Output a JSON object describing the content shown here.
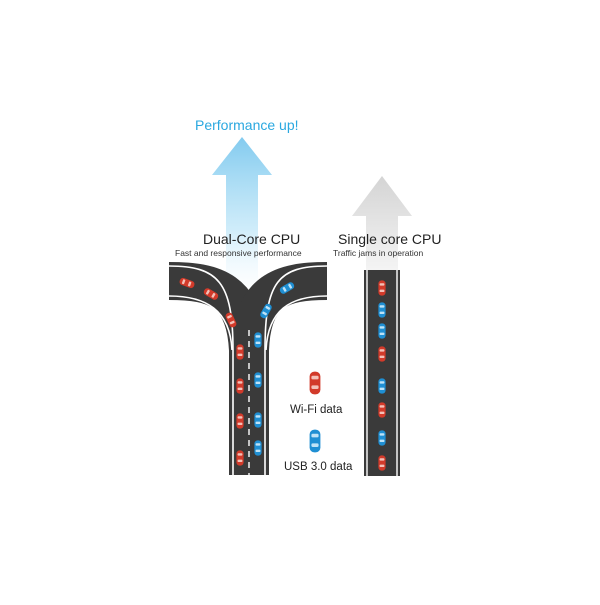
{
  "headline": "Performance up!",
  "dual_core": {
    "title": "Dual-Core CPU",
    "subtitle": "Fast and responsive performance"
  },
  "single_core": {
    "title": "Single core CPU",
    "subtitle": "Traffic jams  in operation"
  },
  "legend": {
    "wifi_label": "Wi-Fi data",
    "usb_label": "USB 3.0 data"
  },
  "colors": {
    "wifi_car": "#d23a2a",
    "usb_car": "#1f8fd3",
    "road": "#3a3a3a",
    "lane_marking": "#ffffff",
    "dual_arrow": "#8fd0f0",
    "single_arrow": "#dcdcdc",
    "headline": "#2aa8e0"
  },
  "icons": {
    "wifi": "red-car-icon",
    "usb": "blue-car-icon"
  }
}
